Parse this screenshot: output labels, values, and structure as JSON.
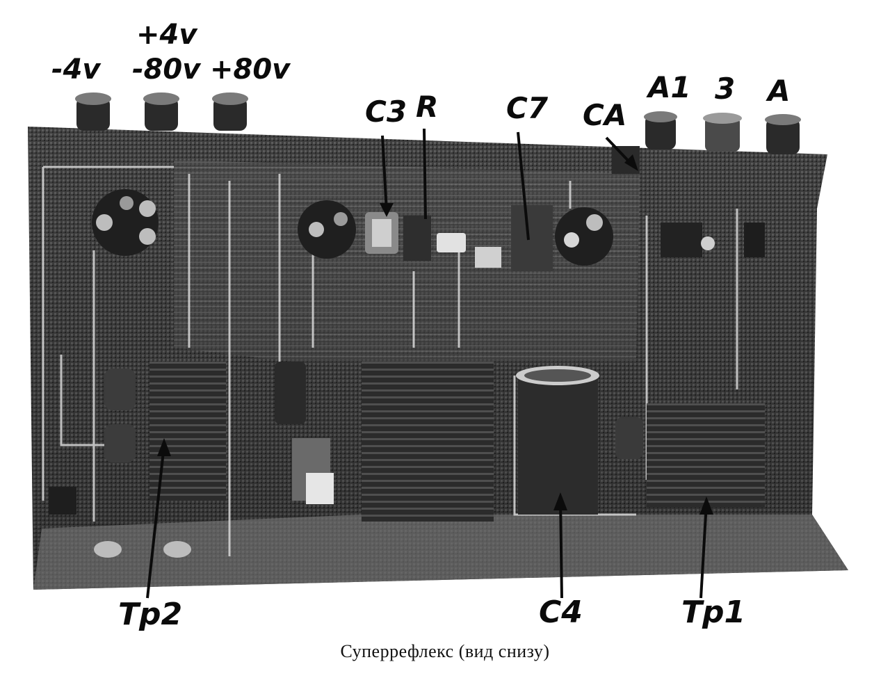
{
  "labels": {
    "minus_4v": "-4v",
    "plus_4v": "+4v",
    "minus_80v": "-80v",
    "plus_80v": "+80v",
    "c3": "C3",
    "r": "R",
    "c7": "C7",
    "ca": "CA",
    "a1": "A1",
    "ground": "3",
    "a": "A",
    "tp2": "Tp2",
    "c4": "C4",
    "tp1": "Tp1"
  },
  "caption": "Суперрефлекс (вид снизу)",
  "colors": {
    "ink": "#0b0b0b",
    "chassis": "#3a3a3a",
    "chassis_light": "#8a8a8a",
    "paper": "#ffffff"
  }
}
